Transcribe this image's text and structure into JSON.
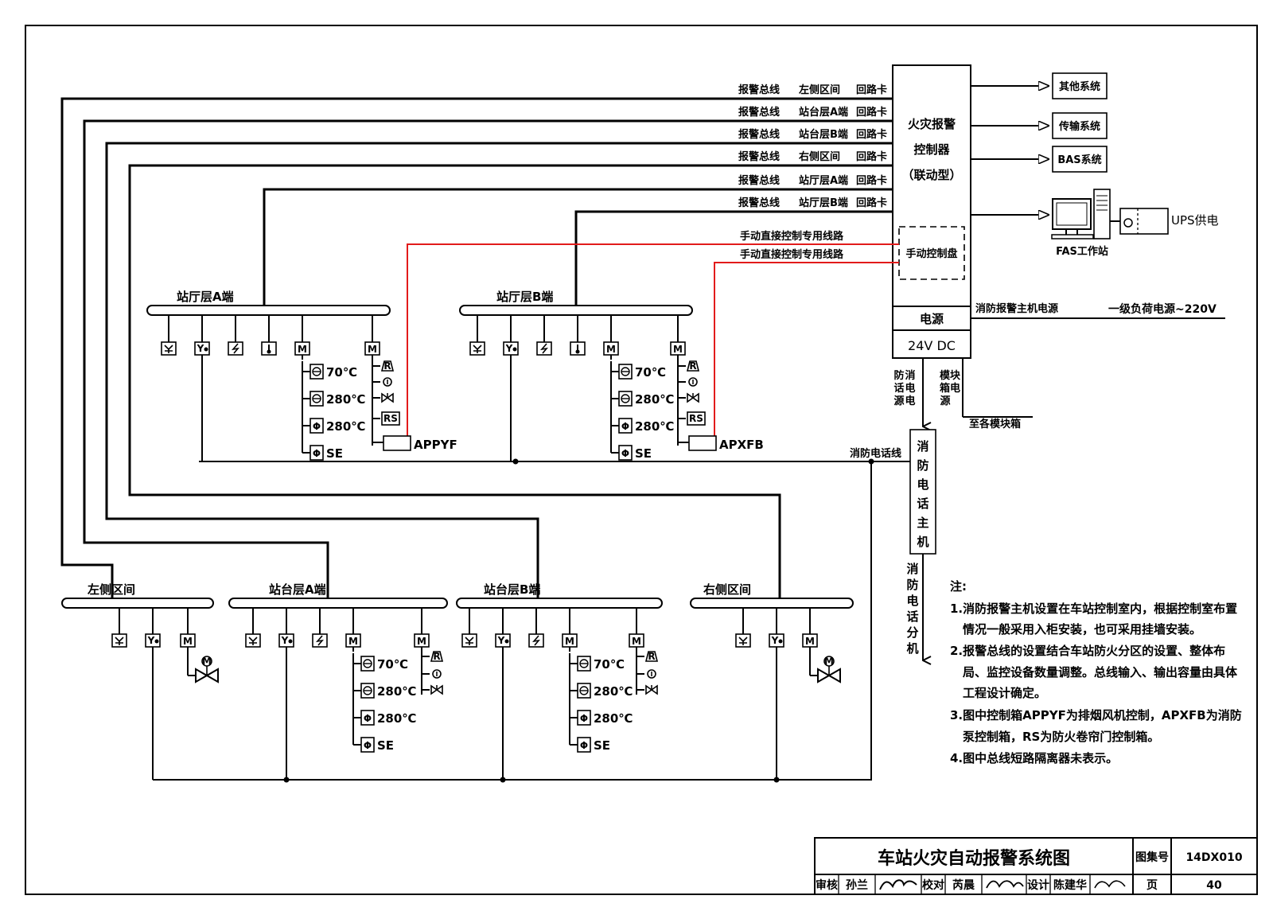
{
  "controller": {
    "title_lines": [
      "火灾报警",
      "控制器",
      "（联动型）"
    ],
    "manual_panel": "手动控制盘",
    "power": "电源",
    "dc": "24V DC"
  },
  "outputs": [
    "其他系统",
    "传输系统",
    "BAS系统"
  ],
  "workstation": {
    "label": "FAS工作站",
    "ups": "UPS供电"
  },
  "bus_lines": [
    {
      "name": "报警总线",
      "zone": "左侧区间",
      "card": "回路卡"
    },
    {
      "name": "报警总线",
      "zone": "站台层A端",
      "card": "回路卡"
    },
    {
      "name": "报警总线",
      "zone": "站台层B端",
      "card": "回路卡"
    },
    {
      "name": "报警总线",
      "zone": "右侧区间",
      "card": "回路卡"
    },
    {
      "name": "报警总线",
      "zone": "站厅层A端",
      "card": "回路卡"
    },
    {
      "name": "报警总线",
      "zone": "站厅层B端",
      "card": "回路卡"
    }
  ],
  "manual_lines": [
    "手动直接控制专用线路",
    "手动直接控制专用线路"
  ],
  "power_labels": {
    "main": "消防报警主机电源",
    "source": "一级负荷电源~220V",
    "phone_power": [
      "消",
      "防",
      "电",
      "话",
      "电",
      "源"
    ],
    "module_power": [
      "模块",
      "箱电",
      "源"
    ],
    "to_modules": "至各模块箱"
  },
  "phone": {
    "line": "消防电话线",
    "host": [
      "消",
      "防",
      "电",
      "话",
      "主",
      "机"
    ],
    "ext": [
      "消",
      "防",
      "电",
      "话",
      "分",
      "机"
    ]
  },
  "upper_zones": [
    {
      "name": "站厅层A端",
      "panel": "APPYF"
    },
    {
      "name": "站厅层B端",
      "panel": "APXFB"
    }
  ],
  "lower_zones": [
    "左侧区间",
    "站台层A端",
    "站台层B端",
    "右侧区间"
  ],
  "dampers": [
    "70℃",
    "280℃",
    "280℃",
    "SE"
  ],
  "symbols": {
    "module": "M",
    "rs": "RS",
    "phi": "Φ"
  },
  "notes": {
    "head": "注:",
    "lines": [
      "1.消防报警主机设置在车站控制室内，根据控制室布置",
      "情况一般采用入柜安装，也可采用挂墙安装。",
      "2.报警总线的设置结合车站防火分区的设置、整体布",
      "局、监控设备数量调整。总线输入、输出容量由具体",
      "工程设计确定。",
      "3.图中控制箱APPYF为排烟风机控制，APXFB为消防",
      "泵控制箱，RS为防火卷帘门控制箱。",
      "4.图中总线短路隔离器未表示。"
    ]
  },
  "title_block": {
    "title": "车站火灾自动报警系统图",
    "atlas_label": "图集号",
    "atlas_no": "14DX010",
    "review": "审核",
    "reviewer": "孙兰",
    "check": "校对",
    "checker": "芮晨",
    "design": "设计",
    "designer": "陈建华",
    "page_label": "页",
    "page_no": "40"
  },
  "colors": {
    "manual_line": "#e21b1b",
    "line": "#000000",
    "background": "#ffffff"
  }
}
